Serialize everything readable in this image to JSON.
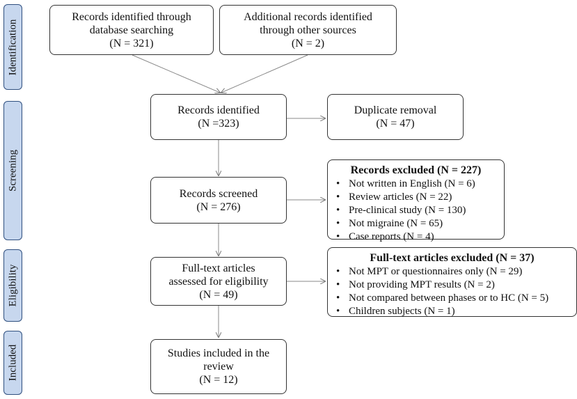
{
  "stages": {
    "identification": "Identification",
    "screening": "Screening",
    "eligibility": "Eligibility",
    "included": "Included"
  },
  "boxes": {
    "database": {
      "line1": "Records identified through",
      "line2": "database searching",
      "count": "(N = 321)"
    },
    "other_sources": {
      "line1": "Additional records identified",
      "line2": "through other sources",
      "count": "(N = 2)"
    },
    "identified": {
      "line1": "Records identified",
      "count": "(N =323)"
    },
    "duplicate": {
      "line1": "Duplicate removal",
      "count": "(N = 47)"
    },
    "screened": {
      "line1": "Records screened",
      "count": "(N = 276)"
    },
    "records_excluded": {
      "title": "Records excluded (N = 227)",
      "items": [
        "Not written in English (N = 6)",
        "Review articles (N = 22)",
        "Pre-clinical study (N = 130)",
        "Not migraine (N = 65)",
        "Case reports (N = 4)"
      ]
    },
    "fulltext": {
      "line1": "Full-text articles",
      "line2": "assessed for eligibility",
      "count": "(N = 49)"
    },
    "fulltext_excluded": {
      "title": "Full-text articles excluded (N = 37)",
      "items": [
        "Not MPT or questionnaires only (N = 29)",
        "Not providing MPT results (N = 2)",
        "Not compared between phases or to HC (N = 5)",
        "Children subjects (N = 1)"
      ]
    },
    "included": {
      "line1": "Studies included in the",
      "line2": "review",
      "count": "(N = 12)"
    }
  }
}
